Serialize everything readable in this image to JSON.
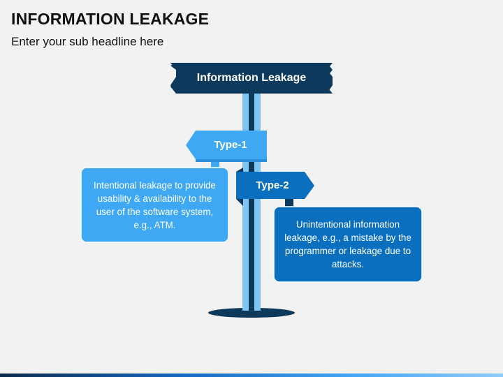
{
  "slide": {
    "title": "INFORMATION LEAKAGE",
    "subtitle": "Enter your sub headline here"
  },
  "diagram": {
    "top_sign": "Information Leakage",
    "type1": {
      "label": "Type-1",
      "description": "Intentional leakage to provide usability & availability to the user of the software system, e.g., ATM."
    },
    "type2": {
      "label": "Type-2",
      "description": "Unintentional information leakage, e.g., a mistake by the programmer or leakage due to attacks."
    }
  },
  "colors": {
    "navy": "#0d3a5c",
    "light_blue": "#3ea8f5",
    "medium_blue": "#0b6fbf",
    "pole_light": "#7fc4f5"
  }
}
